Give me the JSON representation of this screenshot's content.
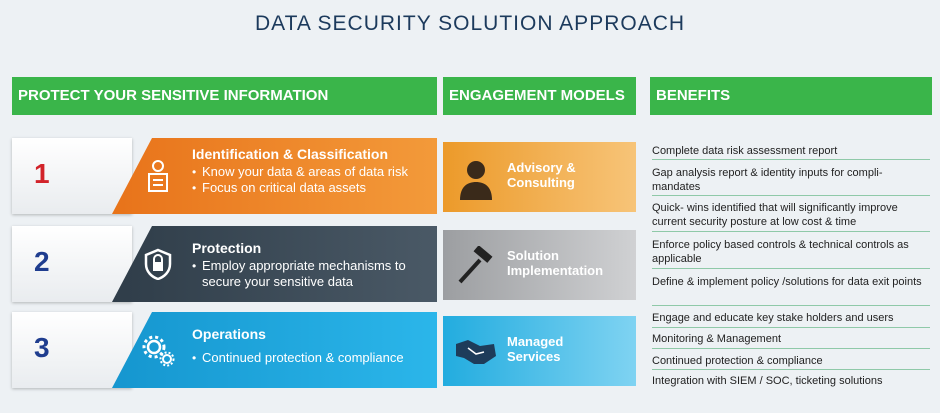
{
  "title": "DATA SECURITY SOLUTION APPROACH",
  "headers": {
    "protect": "PROTECT YOUR SENSITIVE INFORMATION",
    "engagement": "ENGAGEMENT MODELS",
    "benefits": "BENEFITS"
  },
  "rows": [
    {
      "number": "1",
      "title": "Identification & Classification",
      "bullets": [
        "Know your data & areas of data risk",
        "Focus on critical data assets"
      ],
      "icon": "checklist-person-icon",
      "color": "#ef7d1e",
      "number_color": "#d2232a"
    },
    {
      "number": "2",
      "title": "Protection",
      "bullets": [
        "Employ appropriate mechanisms to secure your sensitive data"
      ],
      "icon": "shield-lock-icon",
      "color": "#3b4a57",
      "number_color": "#1f3d8f"
    },
    {
      "number": "3",
      "title": "Operations",
      "bullets": [
        "Continued protection & compliance"
      ],
      "icon": "gears-icon",
      "color": "#1aa6df",
      "number_color": "#1f3d8f"
    }
  ],
  "engagement": [
    {
      "label_line1": "Advisory &",
      "label_line2": "Consulting",
      "icon": "consultant-icon",
      "color": "#f0a437"
    },
    {
      "label_line1": "Solution",
      "label_line2": "Implementation",
      "icon": "hammer-icon",
      "color": "#a9abae"
    },
    {
      "label_line1": "Managed",
      "label_line2": "Services",
      "icon": "handshake-icon",
      "color": "#33b6e5"
    }
  ],
  "benefits": [
    "Complete data risk assessment report",
    "Gap analysis report & identity inputs for compli-mandates",
    "Quick- wins identified that will significantly improve current security posture at low cost & time",
    "Enforce policy based controls & technical controls as applicable",
    "Define & implement policy /solutions for data exit points",
    "Engage and educate key stake holders and users",
    "Monitoring & Management",
    "Continued protection & compliance",
    "Integration with SIEM / SOC, ticketing solutions"
  ]
}
